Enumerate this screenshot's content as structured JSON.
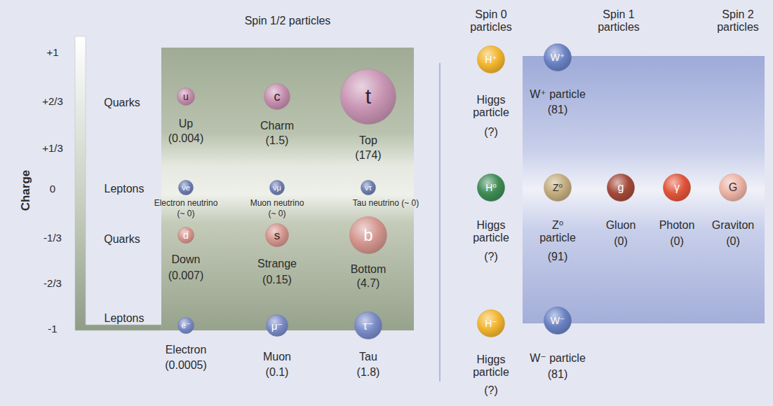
{
  "diagram": {
    "nodes": [
      {
        "text": [
          "u",
          "Up",
          "(0.004)"
        ]
      },
      {
        "text": [
          "c",
          "Charm",
          "(1.5)"
        ]
      },
      {
        "text": [
          "t",
          "Top",
          "(174)"
        ]
      },
      {
        "text": [
          "H⁺",
          "Higgs particle",
          "(?)"
        ]
      },
      {
        "text": [
          "W⁺",
          "W⁺ particle",
          "(81)"
        ]
      },
      {
        "text": [
          "νe",
          "Electron neutrino",
          "(~ 0)"
        ]
      },
      {
        "text": [
          "νμ",
          "Muon neutrino",
          "(~ 0)"
        ]
      },
      {
        "text": [
          "ντ",
          "Tau neutrino (~ 0)"
        ]
      },
      {
        "text": [
          "H⁰",
          "Higgs particle",
          "(?)"
        ]
      },
      {
        "text": [
          "Z⁰",
          "Z⁰ particle",
          "(91)"
        ]
      },
      {
        "text": [
          "g",
          "Gluon",
          "(0)"
        ]
      },
      {
        "text": [
          "γ",
          "Photon",
          "(0)"
        ]
      },
      {
        "text": [
          "G",
          "Graviton",
          "(0)"
        ]
      },
      {
        "text": [
          "d",
          "Down",
          "(0.007)"
        ]
      },
      {
        "text": [
          "s",
          "Strange",
          "(0.15)"
        ]
      },
      {
        "text": [
          "b",
          "Bottom",
          "(4.7)"
        ]
      },
      {
        "text": [
          "e⁻",
          "Electron",
          "(0.0005)"
        ]
      },
      {
        "text": [
          "μ⁻",
          "Muon",
          "(0.1)"
        ]
      },
      {
        "text": [
          "τ⁻",
          "Tau",
          "(1.8)"
        ]
      },
      {
        "text": [
          "H⁻",
          "Higgs particle",
          "(?)"
        ]
      },
      {
        "text": [
          "W⁻",
          "W⁻ particle",
          "(81)"
        ]
      }
    ],
    "labels": [
      "Spin 1/2 particles",
      "Spin 0 particles",
      "Spin 1 particles",
      "Spin 2 particles",
      "+1",
      "+2/3",
      "+1/3",
      "0",
      "-1/3",
      "-2/3",
      "-1",
      "Charge",
      "Quarks",
      "Leptons",
      "Quarks",
      "Leptons"
    ]
  }
}
